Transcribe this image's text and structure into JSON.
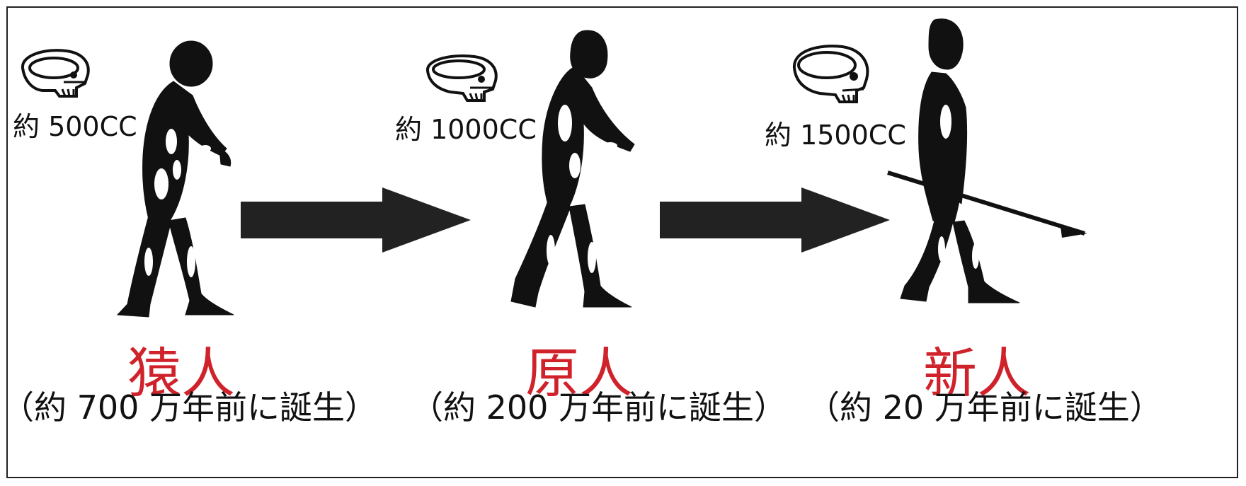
{
  "stages": [
    {
      "skull_capacity": "約 500CC",
      "name": "猿人",
      "era": "（約 700 万年前に誕生）",
      "figure_icon": "ape-man-figure"
    },
    {
      "skull_capacity": "約 1000CC",
      "name": "原人",
      "era": "（約 200 万年前に誕生）",
      "figure_icon": "early-human-figure"
    },
    {
      "skull_capacity": "約 1500CC",
      "name": "新人",
      "era": "（約 20 万年前に誕生）",
      "figure_icon": "modern-human-figure"
    }
  ],
  "arrows": [
    {
      "icon": "right-arrow-icon"
    },
    {
      "icon": "right-arrow-icon"
    }
  ],
  "colors": {
    "stage_name": "#d0222b",
    "text": "#111111",
    "arrow": "#222222",
    "figure": "#111111",
    "border": "#222222"
  }
}
